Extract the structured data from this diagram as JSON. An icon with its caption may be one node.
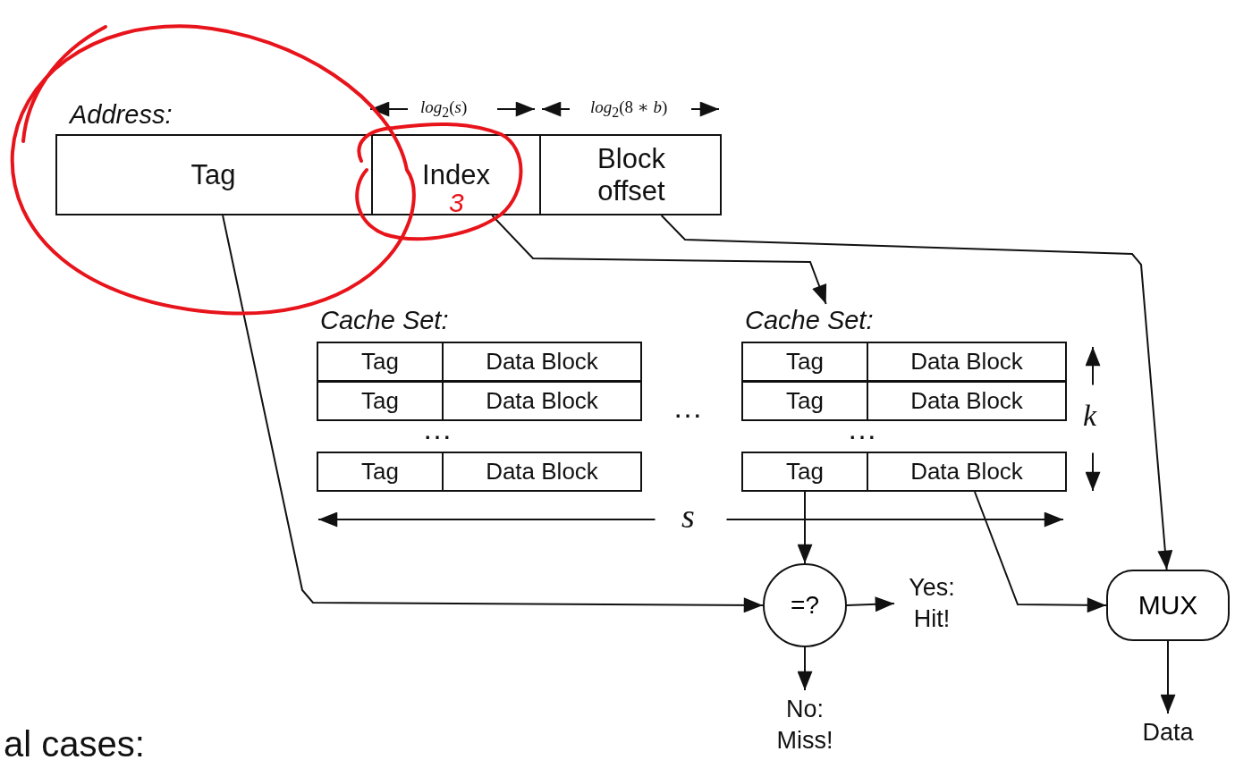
{
  "diagram": {
    "nodes": [
      {
        "text": [
          "Address:"
        ]
      },
      {
        "text": [
          "Tag"
        ],
        "in": 0
      },
      {
        "text": [
          "Index"
        ],
        "in": 0
      },
      {
        "text": [
          "Block offset"
        ],
        "in": 0
      },
      {
        "text": [
          "Cache Set:"
        ]
      },
      {
        "text": [
          "Tag"
        ],
        "in": 4
      },
      {
        "text": [
          "Data Block"
        ],
        "in": 4
      },
      {
        "text": [
          "Tag"
        ],
        "in": 4
      },
      {
        "text": [
          "Data Block"
        ],
        "in": 4
      },
      {
        "text": [
          "Tag"
        ],
        "in": 4
      },
      {
        "text": [
          "Data Block"
        ],
        "in": 4
      },
      {
        "text": [
          "Cache Set:"
        ]
      },
      {
        "text": [
          "Tag"
        ],
        "in": 11
      },
      {
        "text": [
          "Data Block"
        ],
        "in": 11
      },
      {
        "text": [
          "Tag"
        ],
        "in": 11
      },
      {
        "text": [
          "Data Block"
        ],
        "in": 11
      },
      {
        "text": [
          "Tag"
        ],
        "in": 11
      },
      {
        "text": [
          "Data Block"
        ],
        "in": 11
      },
      {
        "text": [
          "=?"
        ]
      },
      {
        "text": [
          "Yes: Hit!"
        ]
      },
      {
        "text": [
          "No: Miss!"
        ]
      },
      {
        "text": [
          "MUX"
        ]
      },
      {
        "text": [
          "Data"
        ]
      }
    ],
    "edges": [
      {
        "from": 1,
        "to": 18,
        "arrow": "to"
      },
      {
        "from": 2,
        "to": 11,
        "arrow": "to"
      },
      {
        "from": 3,
        "to": 21,
        "arrow": "to"
      },
      {
        "from": 16,
        "to": 18,
        "arrow": "to"
      },
      {
        "from": 17,
        "to": 21,
        "arrow": "to"
      },
      {
        "from": 18,
        "to": 19,
        "arrow": "to"
      },
      {
        "from": 18,
        "to": 20,
        "arrow": "to"
      },
      {
        "from": 21,
        "to": 22,
        "arrow": "to"
      }
    ],
    "labels": [
      "*log*$_{2}$(*s*)",
      "*log*$_{2}$(8 ∗ *b*)",
      "…",
      "…",
      "…",
      "s",
      "k",
      "3",
      "al cases:"
    ]
  }
}
